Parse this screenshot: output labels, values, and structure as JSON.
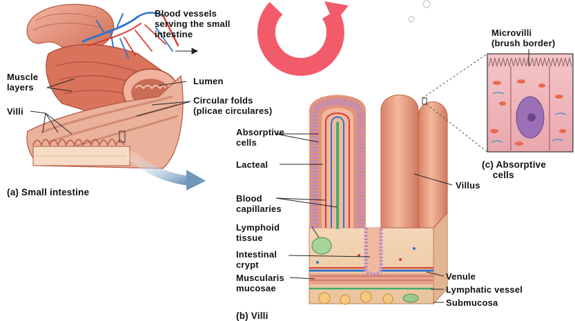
{
  "colors": {
    "intestine_pink": "#e49a86",
    "intestine_dark": "#b8503e",
    "villus_peach": "#e8a184",
    "vein_blue": "#2e74c9",
    "artery_red": "#d93b2b",
    "lacteal_green": "#3fae6a",
    "watermark_red": "#f04a5a",
    "arrow_blue": "#7fa6c6"
  },
  "labels": {
    "blood_vessels": "Blood vessels\nserving the small\nintestine",
    "muscle_layers": "Muscle\nlayers",
    "lumen": "Lumen",
    "circular_folds": "Circular folds\n(plicae circulares)",
    "villi": "Villi",
    "caption_a": "(a) Small intestine",
    "microvilli": "Microvilli\n(brush border)",
    "absorptive_cells": "Absorptive\ncells",
    "lacteal": "Lacteal",
    "villus": "Villus",
    "blood_capillaries": "Blood\ncapillaries",
    "lymphoid_tissue": "Lymphoid\ntissue",
    "intestinal_crypt": "Intestinal\ncrypt",
    "muscularis_mucosae": "Muscularis\nmucosae",
    "venule": "Venule",
    "lymphatic_vessel": "Lymphatic vessel",
    "submucosa": "Submucosa",
    "caption_b": "(b) Villi",
    "caption_c": "(c) Absorptive\n    cells"
  }
}
